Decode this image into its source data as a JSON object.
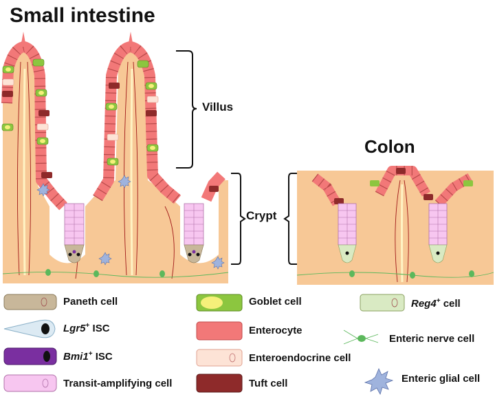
{
  "titles": {
    "small_intestine": "Small intestine",
    "colon": "Colon"
  },
  "brackets": {
    "villus": "Villus",
    "crypt": "Crypt"
  },
  "legend": {
    "paneth": "Paneth cell",
    "lgr5_gene": "Lgr5",
    "lgr5_sup": "+",
    "lgr5_rest": " ISC",
    "bmi1_gene": "Bmi1",
    "bmi1_sup": "+",
    "bmi1_rest": " ISC",
    "transit": "Transit-amplifying cell",
    "goblet": "Goblet cell",
    "enterocyte": "Enterocyte",
    "enteroendocrine": "Enteroendocrine cell",
    "tuft": "Tuft cell",
    "reg4_gene": "Reg4",
    "reg4_sup": "+",
    "reg4_rest": " cell",
    "nerve": "Enteric nerve cell",
    "glial": "Enteric glial cell"
  },
  "colors": {
    "tissue": "#f7c896",
    "enterocyte": "#f27878",
    "goblet_outer": "#8cc63f",
    "goblet_inner": "#f5f07a",
    "enteroendocrine": "#fde3d6",
    "tuft": "#8e2a2a",
    "paneth": "#c8b79a",
    "lgr5": "#dceaf3",
    "bmi1": "#7a2fa0",
    "transit": "#f7c6f0",
    "reg4": "#d9eac3",
    "glial": "#9fb3dd",
    "nerve": "#5cb85c"
  }
}
